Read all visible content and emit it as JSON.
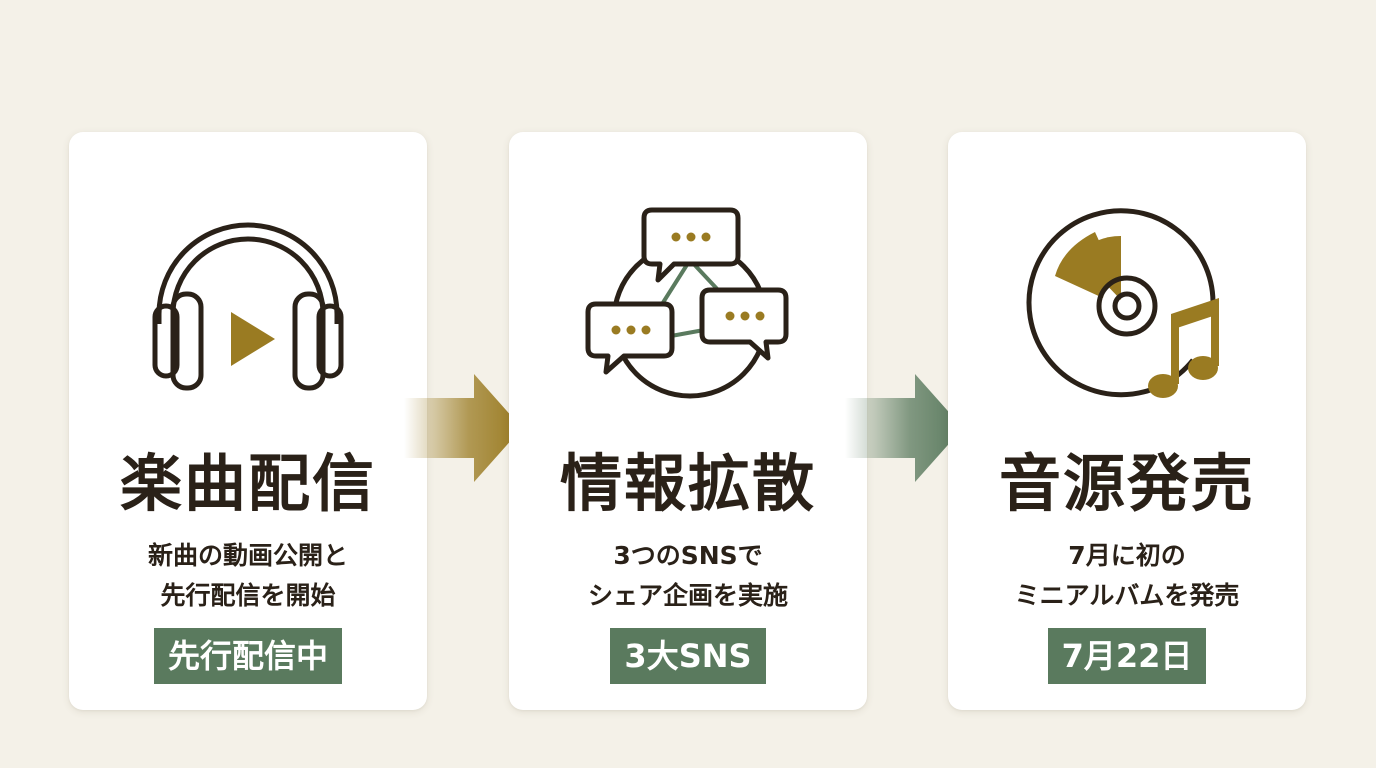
{
  "colors": {
    "background": "#f4f1e8",
    "card": "#ffffff",
    "ink": "#2a2118",
    "gold": "#9a7b22",
    "green": "#5a7a5e"
  },
  "cards": [
    {
      "title": "楽曲配信",
      "desc": [
        "新曲の動画公開と",
        "先行配信を開始"
      ],
      "badge": "先行配信中",
      "icon": "headphones-play-icon"
    },
    {
      "title": "情報拡散",
      "desc": [
        "3つのSNSで",
        "シェア企画を実施"
      ],
      "badge": "3大SNS",
      "icon": "sns-chat-network-icon"
    },
    {
      "title": "音源発売",
      "desc": [
        "7月に初の",
        "ミニアルバムを発売"
      ],
      "badge": "7月22日",
      "icon": "cd-music-note-icon"
    }
  ],
  "arrows": [
    "gold-arrow-icon",
    "green-arrow-icon"
  ]
}
